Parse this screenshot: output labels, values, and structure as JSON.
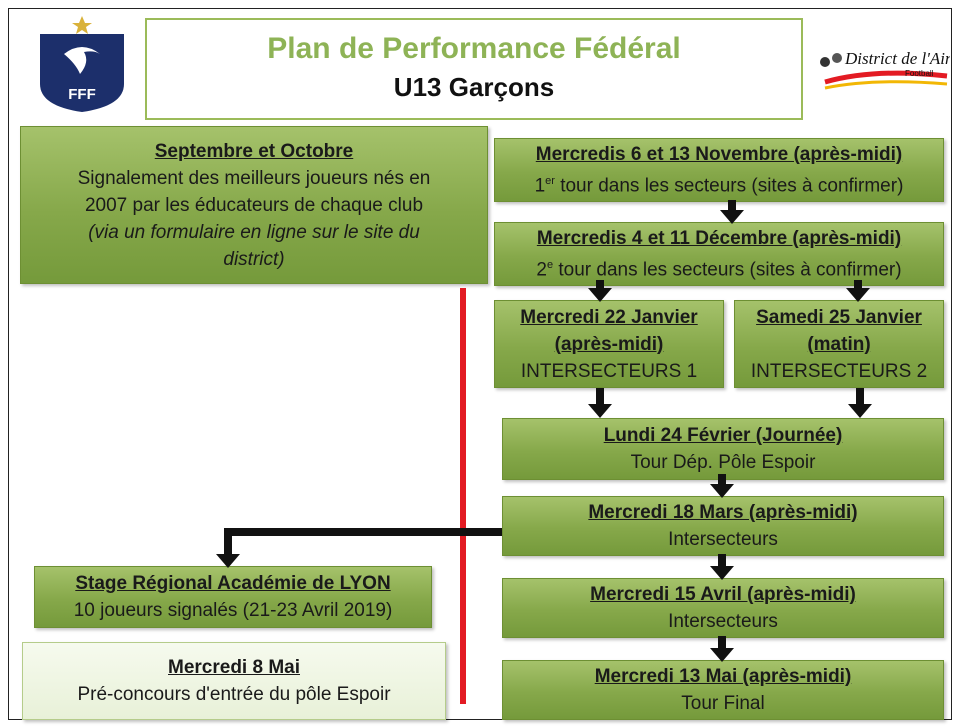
{
  "header": {
    "title": "Plan de Performance Fédéral",
    "subtitle": "U13 Garçons",
    "left_logo_text": "FFF",
    "right_logo_text": "District de l'Ain",
    "right_logo_sub": "Football"
  },
  "boxes": {
    "sept": {
      "title": "Septembre et Octobre",
      "line1": "Signalement des meilleurs joueurs nés en",
      "line2": "2007 par les éducateurs de chaque club",
      "line3": "(via un formulaire en ligne sur le site du",
      "line4": "district)"
    },
    "nov": {
      "title": "Mercredis 6 et 13 Novembre (après-midi)",
      "sup": "er",
      "text_a": "1",
      "text_b": " tour dans les secteurs (sites à confirmer)"
    },
    "dec": {
      "title": "Mercredis 4 et 11 Décembre (après-midi)",
      "sup": "e",
      "text_a": "2",
      "text_b": " tour dans les secteurs (sites à confirmer)"
    },
    "jan22": {
      "title1": "Mercredi 22 Janvier",
      "title2": "(après-midi)",
      "text": "INTERSECTEURS 1"
    },
    "jan25": {
      "title1": "Samedi 25 Janvier",
      "title2": "(matin)",
      "text": "INTERSECTEURS 2"
    },
    "feb": {
      "title": "Lundi 24 Février (Journée)",
      "text": "Tour Dép. Pôle Espoir"
    },
    "mar": {
      "title": "Mercredi 18 Mars (après-midi)",
      "text": "Intersecteurs"
    },
    "lyon": {
      "title": "Stage Régional Académie de LYON",
      "text": "10 joueurs signalés (21-23 Avril 2019)"
    },
    "apr": {
      "title": "Mercredi 15 Avril (après-midi)",
      "text": "Intersecteurs"
    },
    "may8": {
      "title": "Mercredi 8 Mai",
      "text": "Pré-concours d'entrée du pôle Espoir"
    },
    "may13": {
      "title": "Mercredi 13 Mai (après-midi)",
      "text": "Tour Final"
    }
  },
  "colors": {
    "green": "#86a84a",
    "title_green": "#8eb356",
    "red_line": "#e31b23",
    "navy": "#1c2f6b"
  }
}
